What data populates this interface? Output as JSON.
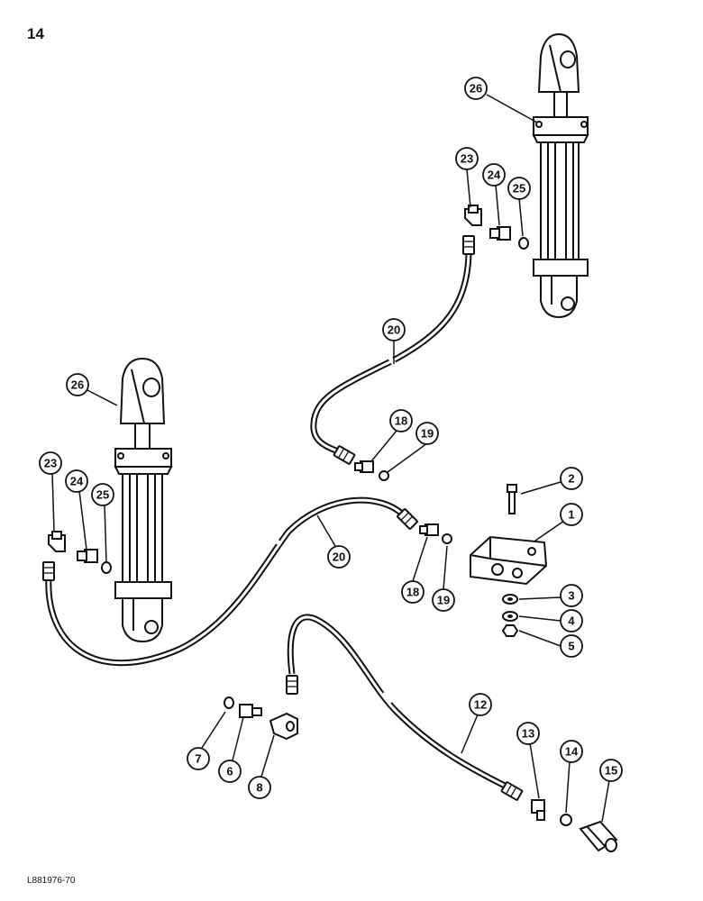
{
  "page_number": "14",
  "reference_code": "L881976-70",
  "callouts": [
    {
      "id": "c26-right",
      "label": "26"
    },
    {
      "id": "c23-right",
      "label": "23"
    },
    {
      "id": "c24-right",
      "label": "24"
    },
    {
      "id": "c25-right",
      "label": "25"
    },
    {
      "id": "c20-upper",
      "label": "20"
    },
    {
      "id": "c18-upper",
      "label": "18"
    },
    {
      "id": "c19-upper",
      "label": "19"
    },
    {
      "id": "c26-left",
      "label": "26"
    },
    {
      "id": "c23-left",
      "label": "23"
    },
    {
      "id": "c24-left",
      "label": "24"
    },
    {
      "id": "c25-left",
      "label": "25"
    },
    {
      "id": "c20-lower",
      "label": "20"
    },
    {
      "id": "c18-lower",
      "label": "18"
    },
    {
      "id": "c19-lower",
      "label": "19"
    },
    {
      "id": "c2",
      "label": "2"
    },
    {
      "id": "c1",
      "label": "1"
    },
    {
      "id": "c3",
      "label": "3"
    },
    {
      "id": "c4",
      "label": "4"
    },
    {
      "id": "c5",
      "label": "5"
    },
    {
      "id": "c12",
      "label": "12"
    },
    {
      "id": "c7",
      "label": "7"
    },
    {
      "id": "c6",
      "label": "6"
    },
    {
      "id": "c8",
      "label": "8"
    },
    {
      "id": "c13",
      "label": "13"
    },
    {
      "id": "c14",
      "label": "14"
    },
    {
      "id": "c15",
      "label": "15"
    }
  ]
}
